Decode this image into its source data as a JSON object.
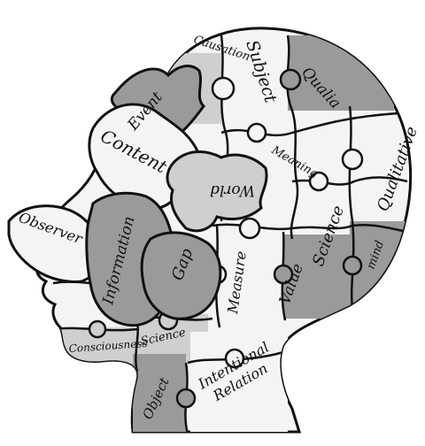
{
  "colors": {
    "background": "#ffffff",
    "ink": "#111111",
    "light_piece": "#f4f4f4",
    "mid_piece": "#cfcfcf",
    "dark_piece": "#9a9a9a"
  },
  "pieces": {
    "causation": "Causation",
    "subject": "Subject",
    "qualia": "Qualia",
    "event": "Event",
    "content": "Content",
    "meaning": "Meaning",
    "qualitative": "Qualitative",
    "world": "World",
    "science_right": "Science",
    "observer": "Observer",
    "information": "Information",
    "gap": "Gap",
    "measure": "Measure",
    "value": "Value",
    "mind": "mind",
    "consciousness": "Consciousness",
    "science_lower": "Science",
    "object": "Object",
    "intentional_relation": "Intentional\nRelation"
  }
}
